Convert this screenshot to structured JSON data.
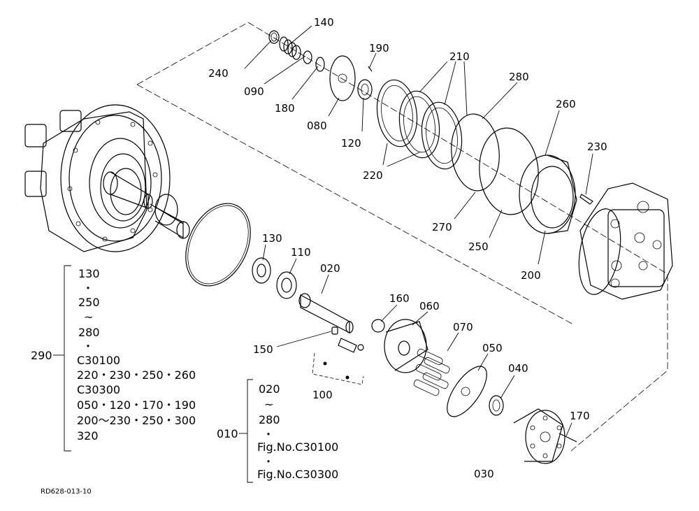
{
  "callouts": {
    "p140": "140",
    "p190": "190",
    "p210": "210",
    "p280": "280",
    "p260": "260",
    "p240": "240",
    "p090": "090",
    "p180": "180",
    "p080": "080",
    "p120": "120",
    "p220": "220",
    "p230": "230",
    "p270": "270",
    "p250": "250",
    "p200": "200",
    "p130": "130",
    "p110": "110",
    "p020": "020",
    "p160": "160",
    "p060": "060",
    "p070": "070",
    "p150": "150",
    "p050": "050",
    "p040": "040",
    "p100": "100",
    "p170": "170",
    "p030": "030"
  },
  "legend290": {
    "label": "290",
    "lines": [
      "130",
      "・",
      "250",
      "~",
      "280",
      "・",
      "C30100",
      "220・230・250・260",
      "C30300",
      "050・120・170・190",
      "200〜230・250・300",
      "320"
    ]
  },
  "legend010": {
    "label": "010",
    "lines": [
      "020",
      "~",
      "280",
      "・",
      "Fig.No.C30100",
      "・",
      "Fig.No.C30300"
    ]
  },
  "drawing_code": "RD628-013-10"
}
